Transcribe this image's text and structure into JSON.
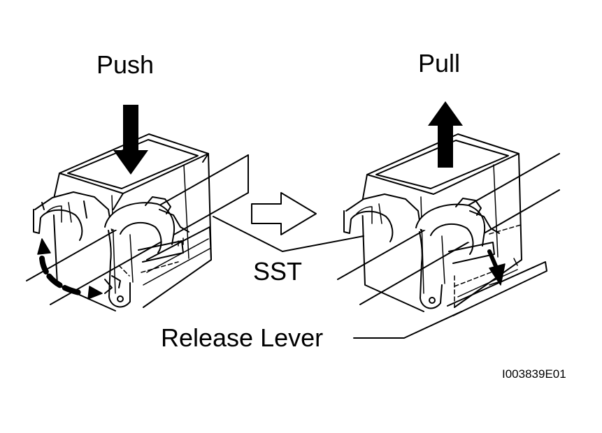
{
  "labels": {
    "push": "Push",
    "pull": "Pull",
    "sst": "SST",
    "release_lever": "Release Lever",
    "figure_id": "I003839E01"
  },
  "colors": {
    "ink": "#000000",
    "paper": "#ffffff"
  },
  "icons": {
    "push_arrow": "arrow-down",
    "pull_arrow": "arrow-up",
    "transition_arrow": "arrow-right-outline",
    "rotate_arrow": "rotate-arrow"
  }
}
